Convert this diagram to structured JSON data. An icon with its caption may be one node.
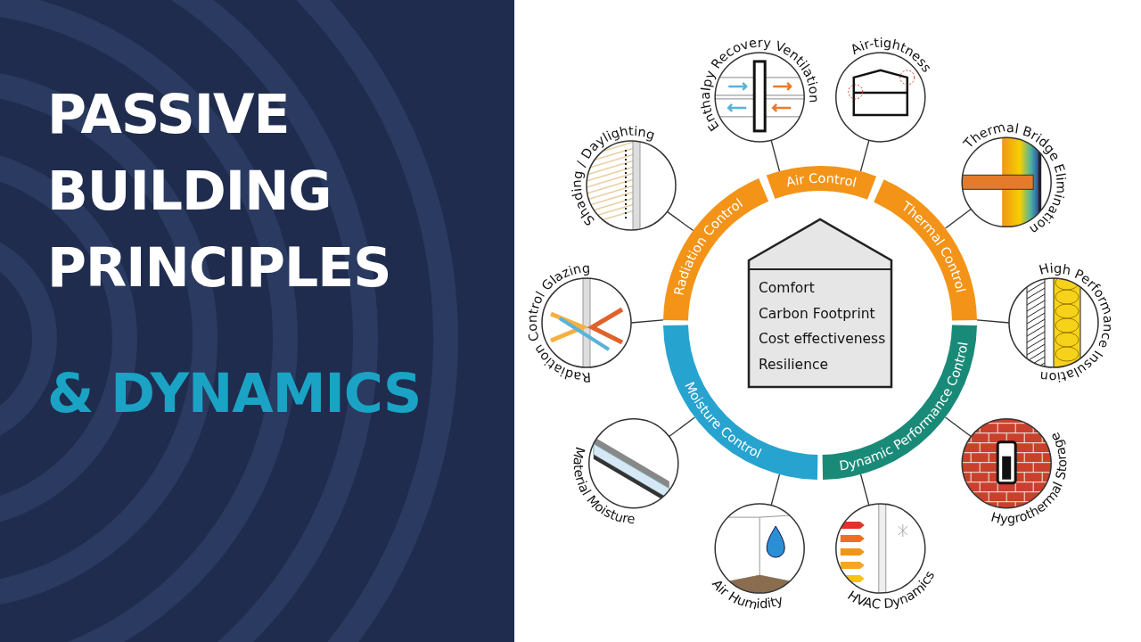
{
  "diagram": {
    "nodes": [
      {
        "text": [
          "Comfort",
          "Carbon Footprint",
          "Cost effectiveness",
          "Resilience"
        ]
      },
      {
        "text": [
          "Radiation Control"
        ]
      },
      {
        "text": [
          "Air Control"
        ]
      },
      {
        "text": [
          "Thermal Control"
        ]
      },
      {
        "text": [
          "Dynamic Performance Control"
        ]
      },
      {
        "text": [
          "Moisture Control"
        ]
      },
      {
        "text": [
          "Shading / Daylighting"
        ]
      },
      {
        "text": [
          "Enthalpy Recovery Ventilation"
        ]
      },
      {
        "text": [
          "Air-tightness"
        ]
      },
      {
        "text": [
          "Thermal Bridge Elimination"
        ]
      },
      {
        "text": [
          "High Performance Insulation"
        ]
      },
      {
        "text": [
          "Hygrothermal Storage"
        ]
      },
      {
        "text": [
          "HVAC Dynamics"
        ]
      },
      {
        "text": [
          "Air Humidity"
        ]
      },
      {
        "text": [
          "Material Moisture"
        ]
      },
      {
        "text": [
          "Radiation Control Glazing"
        ]
      }
    ],
    "edges": [
      {
        "from": 6,
        "to": 1,
        "arrow": "none"
      },
      {
        "from": 7,
        "to": 2,
        "arrow": "none"
      },
      {
        "from": 8,
        "to": 2,
        "arrow": "none"
      },
      {
        "from": 9,
        "to": 3,
        "arrow": "none"
      },
      {
        "from": 10,
        "to": 3,
        "arrow": "none"
      },
      {
        "from": 11,
        "to": 4,
        "arrow": "none"
      },
      {
        "from": 12,
        "to": 4,
        "arrow": "none"
      },
      {
        "from": 13,
        "to": 5,
        "arrow": "none"
      },
      {
        "from": 14,
        "to": 5,
        "arrow": "none"
      },
      {
        "from": 15,
        "to": 1,
        "arrow": "none"
      }
    ],
    "labels": [
      "PASSIVE BUILDING PRINCIPLES",
      "& DYNAMICS"
    ]
  }
}
